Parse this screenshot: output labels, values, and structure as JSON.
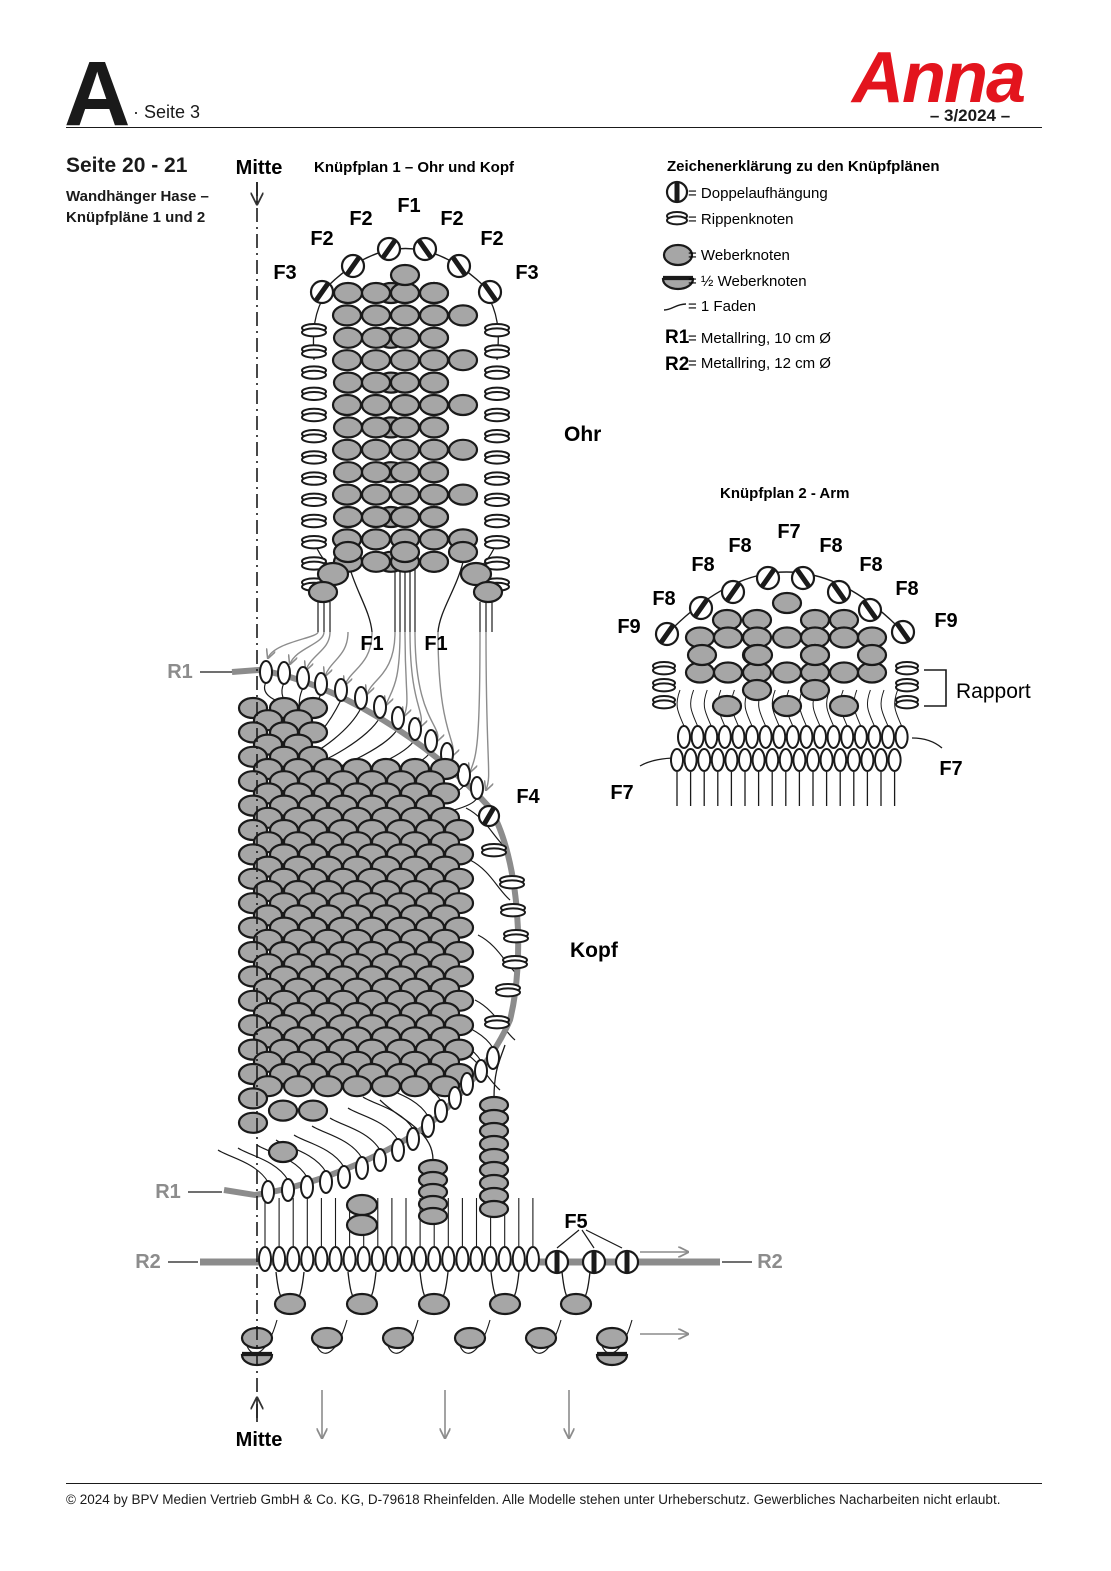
{
  "header": {
    "section_letter": "A",
    "page_label": "· Seite 3",
    "brand": "Anna",
    "issue": "– 3/2024 –"
  },
  "intro": {
    "title": "Seite 20 - 21",
    "subtitle_line1": "Wandhänger Hase –",
    "subtitle_line2": "Knüpfpläne 1 und 2"
  },
  "plan1": {
    "title": "Knüpfplan 1 – Ohr und Kopf",
    "center_label": "Mitte",
    "part_ear": "Ohr",
    "part_head": "Kopf",
    "labels": {
      "f1": "F1",
      "f2": "F2",
      "f3": "F3",
      "f4": "F4",
      "f5": "F5",
      "r1": "R1",
      "r2": "R2"
    }
  },
  "plan2": {
    "title": "Knüpfplan 2 - Arm",
    "repeat_label": "Rapport",
    "labels": {
      "f7": "F7",
      "f8": "F8",
      "f9": "F9"
    }
  },
  "legend": {
    "title": "Zeichenerklärung zu den Knüpfplänen",
    "items": [
      {
        "symbol": "double-hitch-icon",
        "text": "= Doppelaufhängung"
      },
      {
        "symbol": "rib-knot-icon",
        "text": "= Rippenknoten"
      },
      {
        "symbol": "weaver-knot-icon",
        "text": "= Weberknoten"
      },
      {
        "symbol": "half-weaver-knot-icon",
        "text": "= ½ Weberknoten"
      },
      {
        "symbol": "thread-icon",
        "text": "= 1 Faden"
      },
      {
        "symbol": "R1",
        "text": "= Metallring, 10 cm Ø"
      },
      {
        "symbol": "R2",
        "text": "= Metallring, 12 cm Ø"
      }
    ]
  },
  "footer": {
    "copyright": "© 2024 by BPV Medien Vertrieb GmbH & Co. KG, D-79618 Rheinfelden. Alle Modelle stehen unter Urheberschutz. Gewerbliches Nacharbeiten nicht erlaubt."
  },
  "colors": {
    "brand_red": "#e3141d",
    "knot_fill": "#a6a6a6",
    "ink": "#1a1a1a",
    "ring_gray": "#8c8c8c"
  }
}
